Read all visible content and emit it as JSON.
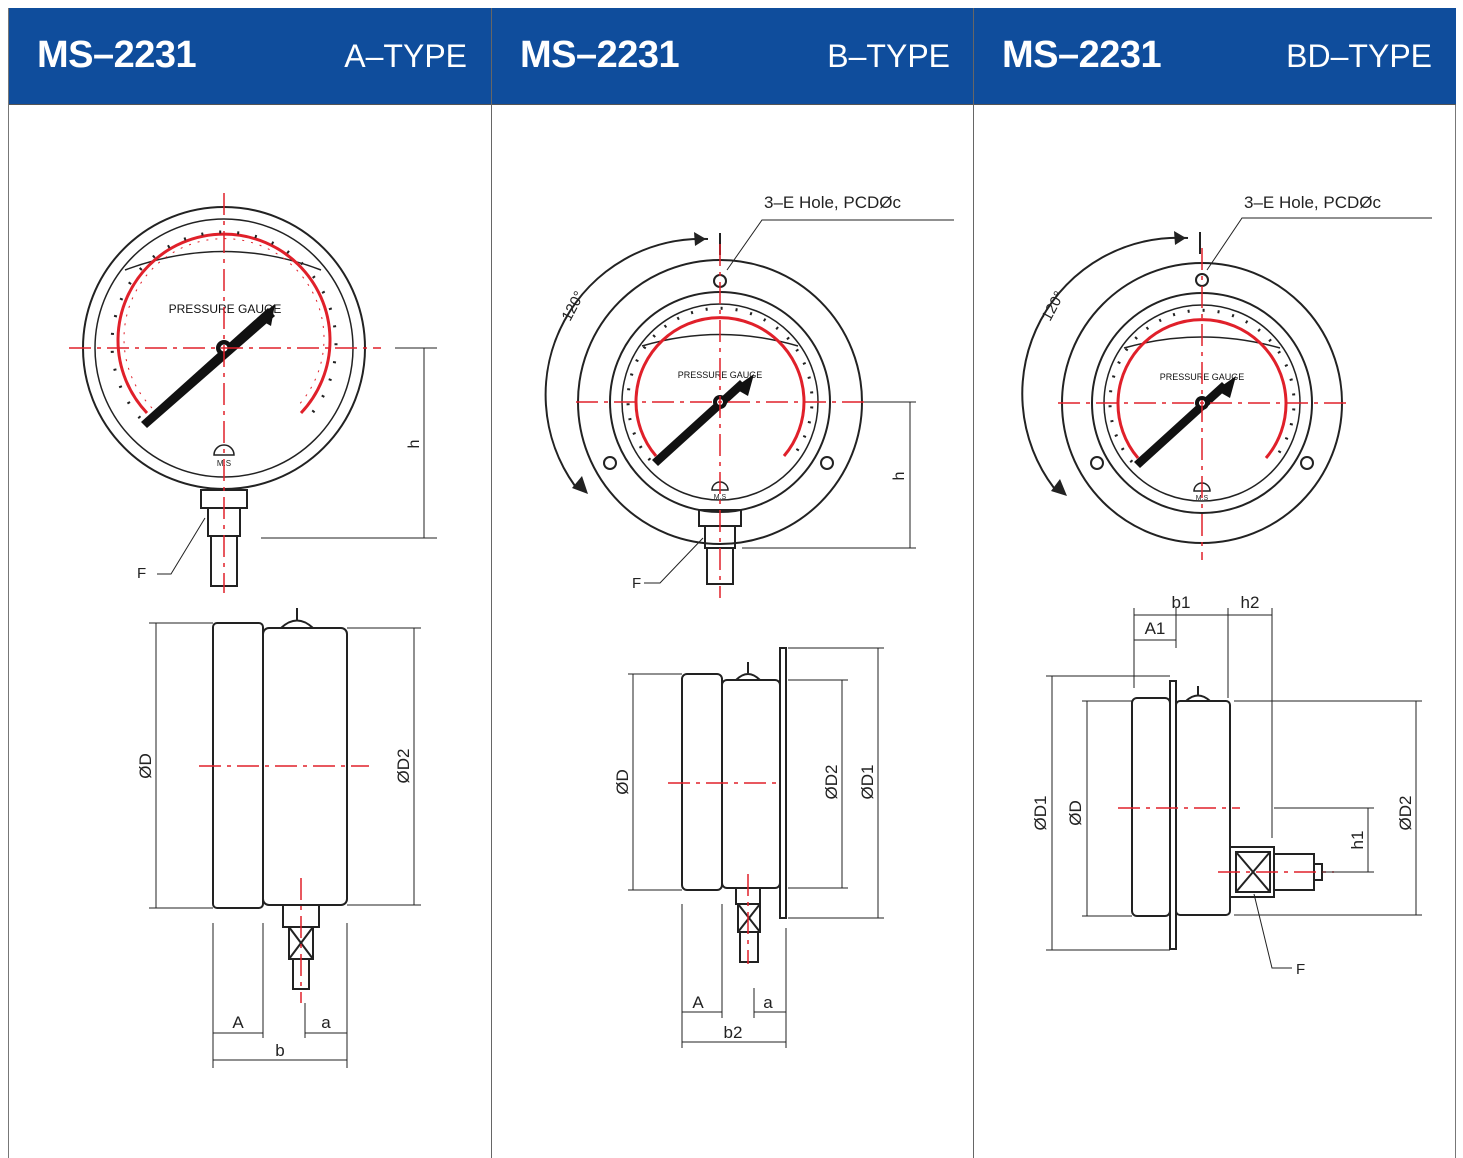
{
  "panels": [
    {
      "model": "MS–2231",
      "type": "A–TYPE",
      "dial": "PRESSURE GAUGE",
      "logo": "M.S",
      "labels": {
        "h": "h",
        "F": "F",
        "D": "ØD",
        "D2": "ØD2",
        "A": "A",
        "a": "a",
        "b": "b"
      }
    },
    {
      "model": "MS–2231",
      "type": "B–TYPE",
      "dial": "PRESSURE GAUGE",
      "logo": "M.S",
      "labels": {
        "hole": "3–E  Hole, PCDØc",
        "angle": "120°",
        "h": "h",
        "F": "F",
        "D": "ØD",
        "D2": "ØD2",
        "D1": "ØD1",
        "A": "A",
        "a": "a",
        "b2": "b2"
      }
    },
    {
      "model": "MS–2231",
      "type": "BD–TYPE",
      "dial": "PRESSURE GAUGE",
      "logo": "M.S",
      "labels": {
        "hole": "3–E  Hole, PCDØc",
        "angle": "120°",
        "b1": "b1",
        "h2": "h2",
        "A1": "A1",
        "D1": "ØD1",
        "D": "ØD",
        "h1": "h1",
        "D2": "ØD2",
        "F": "F"
      }
    }
  ],
  "colors": {
    "header": "#0f4d9c",
    "center_line": "#e0202a",
    "scale": "#e0202a",
    "line": "#222222"
  }
}
